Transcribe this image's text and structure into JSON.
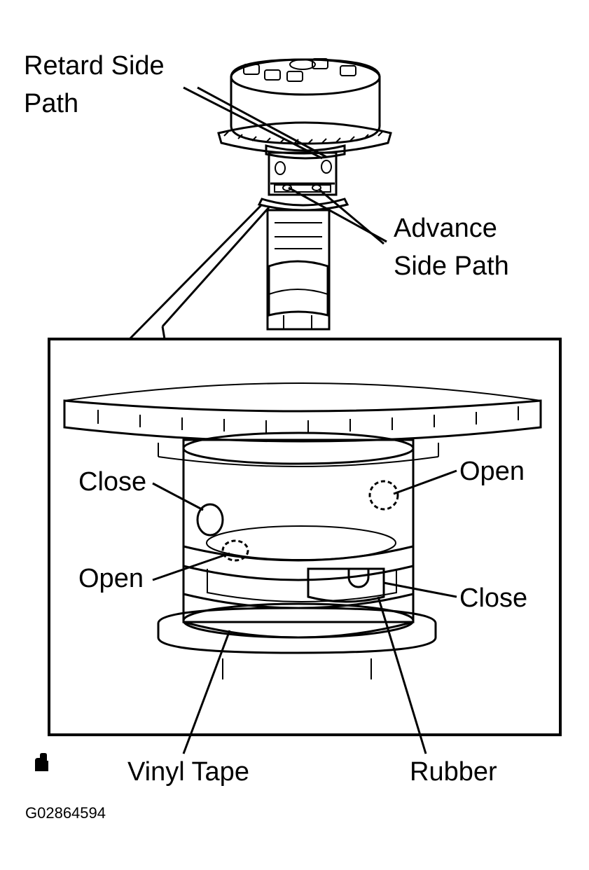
{
  "labels": {
    "retard_side_path_line1": "Retard Side",
    "retard_side_path_line2": "Path",
    "advance_side_path_line1": "Advance",
    "advance_side_path_line2": "Side Path",
    "close_left": "Close",
    "open_right": "Open",
    "open_left": "Open",
    "close_right": "Close",
    "vinyl_tape": "Vinyl Tape",
    "rubber": "Rubber"
  },
  "figure_code": "G02864594",
  "icons": {
    "corner_mark": "glove-icon"
  },
  "colors": {
    "ink": "#000000",
    "paper": "#ffffff",
    "stipple_light": "#c8c8c8",
    "stipple_dark": "#7a7a7a"
  }
}
